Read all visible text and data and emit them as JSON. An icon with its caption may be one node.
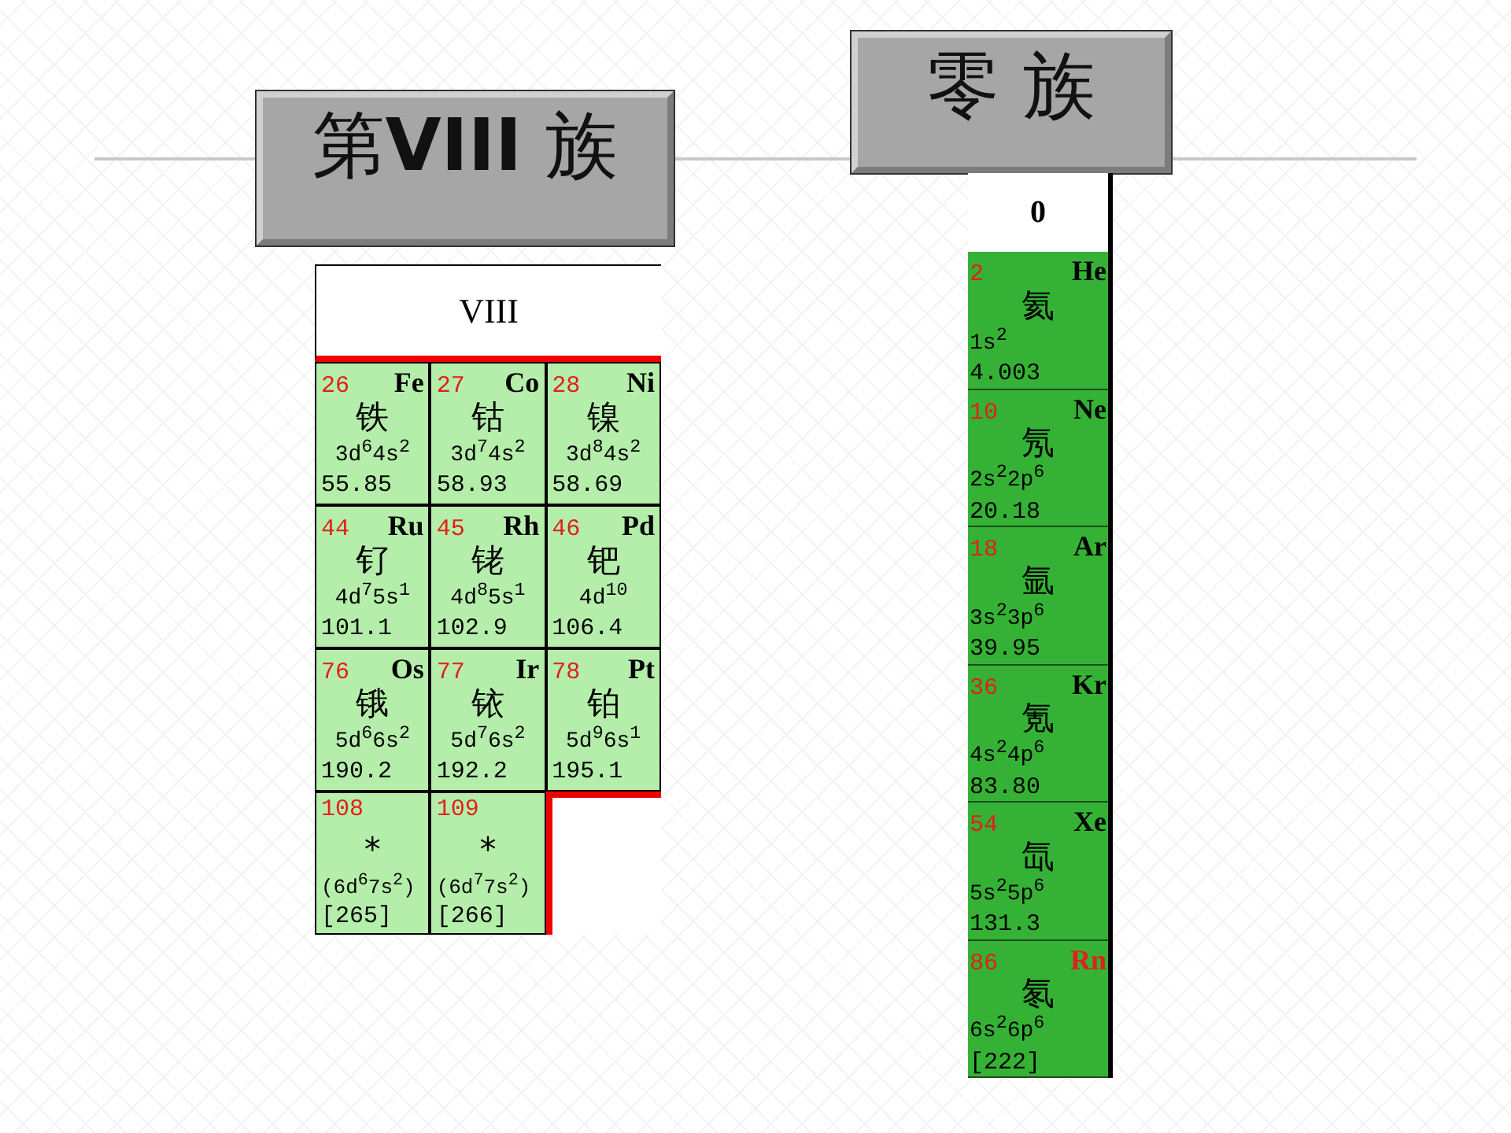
{
  "diagram": {
    "nodes": [
      {
        "text": [
          "第**VIII** 族"
        ]
      },
      {
        "text": [
          "VIII"
        ]
      },
      {
        "text": [
          "26",
          "Fe",
          "铁",
          "3d$^{6}$4s$^{2}$",
          "55.85"
        ],
        "in": 1
      },
      {
        "text": [
          "27",
          "Co",
          "钴",
          "3d$^{7}$4s$^{2}$",
          "58.93"
        ],
        "in": 1
      },
      {
        "text": [
          "28",
          "Ni",
          "镍",
          "3d$^{8}$4s$^{2}$",
          "58.69"
        ],
        "in": 1
      },
      {
        "text": [
          "44",
          "Ru",
          "钌",
          "4d$^{7}$5s$^{1}$",
          "101.1"
        ],
        "in": 1
      },
      {
        "text": [
          "45",
          "Rh",
          "铑",
          "4d$^{8}$5s$^{1}$",
          "102.9"
        ],
        "in": 1
      },
      {
        "text": [
          "46",
          "Pd",
          "钯",
          "4d$^{10}$",
          "106.4"
        ],
        "in": 1
      },
      {
        "text": [
          "76",
          "Os",
          "锇",
          "5d$^{6}$6s$^{2}$",
          "190.2"
        ],
        "in": 1
      },
      {
        "text": [
          "77",
          "Ir",
          "铱",
          "5d$^{7}$6s$^{2}$",
          "192.2"
        ],
        "in": 1
      },
      {
        "text": [
          "78",
          "Pt",
          "铂",
          "5d$^{9}$6s$^{1}$",
          "195.1"
        ],
        "in": 1
      },
      {
        "text": [
          "108",
          "*",
          "(6d$^{6}$7s$^{2}$)",
          "[265]"
        ],
        "in": 1
      },
      {
        "text": [
          "109",
          "*",
          "(6d$^{7}$7s$^{2}$)",
          "[266]"
        ],
        "in": 1
      },
      {
        "text": [
          "零 族"
        ]
      },
      {
        "text": [
          "0"
        ]
      },
      {
        "text": [
          "2",
          "He",
          "氦",
          "1s$^{2}$",
          "4.003"
        ],
        "in": 14
      },
      {
        "text": [
          "10",
          "Ne",
          "氖",
          "2s$^{2}$2p$^{6}$",
          "20.18"
        ],
        "in": 14
      },
      {
        "text": [
          "18",
          "Ar",
          "氩",
          "3s$^{2}$3p$^{6}$",
          "39.95"
        ],
        "in": 14
      },
      {
        "text": [
          "36",
          "Kr",
          "氪",
          "4s$^{2}$4p$^{6}$",
          "83.80"
        ],
        "in": 14
      },
      {
        "text": [
          "54",
          "Xe",
          "氙",
          "5s$^{2}$5p$^{6}$",
          "131.3"
        ],
        "in": 14
      },
      {
        "text": [
          "86",
          "Rn",
          "氡",
          "6s$^{2}$6p$^{6}$",
          "[222]"
        ],
        "in": 14
      }
    ]
  }
}
